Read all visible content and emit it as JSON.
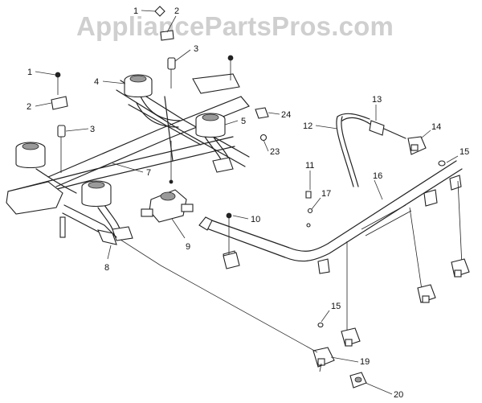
{
  "watermark": "AppliancePartsPros.com",
  "callouts": {
    "c1a": "1",
    "c2a": "2",
    "c3a": "3",
    "c1b": "1",
    "c2b": "2",
    "c3b": "3",
    "c4": "4",
    "c5": "5",
    "c7": "7",
    "c8": "8",
    "c9": "9",
    "c10": "10",
    "c11": "11",
    "c12": "12",
    "c13": "13",
    "c14": "14",
    "c15a": "15",
    "c15b": "15",
    "c16": "16",
    "c17": "17",
    "c19": "19",
    "c20": "20",
    "c23": "23",
    "c24": "24"
  }
}
